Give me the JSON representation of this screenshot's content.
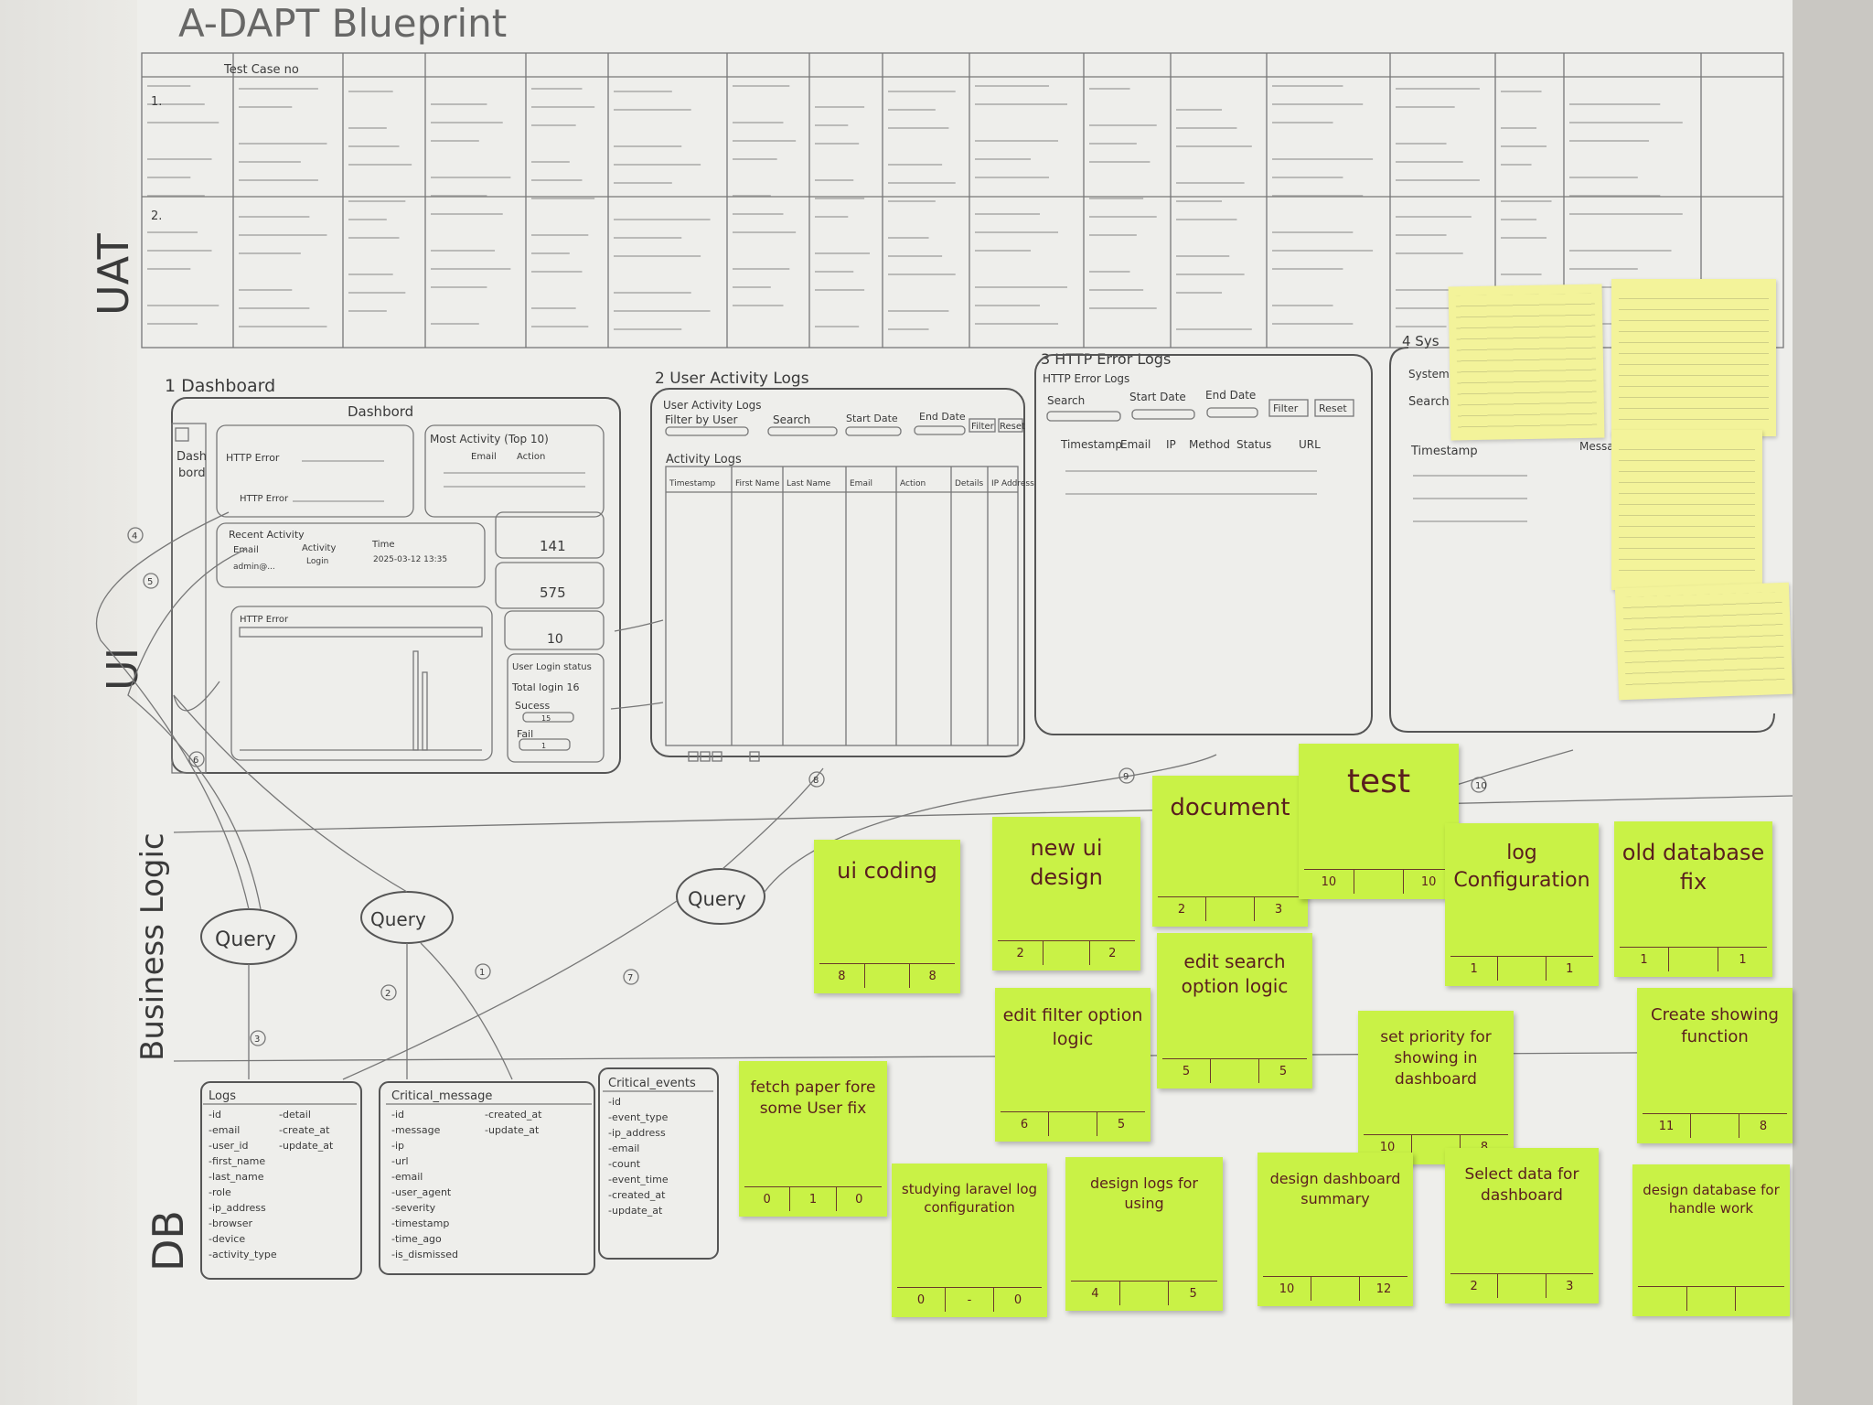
{
  "board": {
    "title": "A-DAPT Blueprint",
    "lanes": [
      "UAT",
      "UI",
      "Business Logic",
      "DB"
    ]
  },
  "uat": {
    "header_first": "Test Case no",
    "rows": [
      "1.",
      "2."
    ]
  },
  "screens": {
    "dashboard": {
      "caption": "1 Dashboard",
      "title": "Dashbord",
      "sidebar_label": "Dash bord",
      "most_activity": "Most Activity (Top 10)",
      "most_activity_cols": [
        "Email",
        "Action"
      ],
      "http_error_label": "HTTP Error",
      "recent_activity": "Recent Activity",
      "recent_cols": [
        "Email",
        "Activity",
        "Time"
      ],
      "recent_row": [
        "admin@...",
        "Login",
        "2025-03-12 13:35"
      ],
      "stat_values": [
        "141",
        "575",
        "10"
      ],
      "http_error_chart": "HTTP Error",
      "login_status": "User Login status",
      "total_login": "Total login 16",
      "success": "Sucess",
      "success_value": "15",
      "fail": "Fail",
      "fail_value": "1"
    },
    "user_activity": {
      "caption": "2 User Activity Logs",
      "heading": "User Activity Logs",
      "filter_by_user": "Filter by User",
      "search": "Search",
      "start_date": "Start Date",
      "end_date": "End Date",
      "filter": "Filter",
      "reset": "Reset",
      "activity_logs": "Activity Logs",
      "columns": [
        "Timestamp",
        "First Name",
        "Last Name",
        "Email",
        "Action",
        "Details",
        "IP Address"
      ]
    },
    "http_error": {
      "caption": "3 HTTP Error Logs",
      "heading": "HTTP Error Logs",
      "search": "Search",
      "start_date": "Start Date",
      "end_date": "End Date",
      "filter": "Filter",
      "reset": "Reset",
      "columns": [
        "Timestamp",
        "Email",
        "IP",
        "Method",
        "Status",
        "URL"
      ]
    },
    "system": {
      "caption": "4 Sys",
      "heading": "System",
      "search": "Search",
      "timestamp": "Timestamp",
      "partial": "Messa"
    }
  },
  "logic": {
    "query": "Query",
    "arrow_numbers": [
      "1",
      "2",
      "3",
      "4",
      "5",
      "6",
      "7",
      "8",
      "9",
      "10"
    ]
  },
  "db": {
    "tables": [
      {
        "name": "Logs",
        "fields": [
          "-id",
          "-email",
          "-user_id",
          "-first_name",
          "-last_name",
          "-role",
          "-ip_address",
          "-browser",
          "-device",
          "-activity_type",
          "-detail",
          "-create_at",
          "-update_at"
        ]
      },
      {
        "name": "Critical_message",
        "fields": [
          "-id",
          "-message",
          "-ip",
          "-url",
          "-email",
          "-user_agent",
          "-severity",
          "-timestamp",
          "-time_ago",
          "-is_dismissed",
          "-created_at",
          "-update_at"
        ]
      },
      {
        "name": "Critical_events",
        "fields": [
          "-id",
          "-event_type",
          "-ip_address",
          "-email",
          "-count",
          "-event_time",
          "-created_at",
          "-update_at"
        ]
      }
    ]
  },
  "tasks": [
    {
      "title": "ui coding",
      "foot": [
        "8",
        "",
        "8"
      ]
    },
    {
      "title": "new ui design",
      "foot": [
        "2",
        "",
        "2"
      ]
    },
    {
      "title": "document",
      "foot": [
        "2",
        "",
        "3"
      ]
    },
    {
      "title": "test",
      "foot": [
        "10",
        "",
        "10"
      ]
    },
    {
      "title": "log Configuration",
      "foot": [
        "1",
        "",
        "1"
      ]
    },
    {
      "title": "old database fix",
      "foot": [
        "1",
        "",
        "1"
      ]
    },
    {
      "title": "edit search option logic",
      "foot": [
        "5",
        "",
        "5"
      ]
    },
    {
      "title": "edit filter option logic",
      "foot": [
        "6",
        "",
        "5"
      ]
    },
    {
      "title": "set priority for showing in dashboard",
      "foot": [
        "10",
        "",
        "8"
      ]
    },
    {
      "title": "Create showing function",
      "foot": [
        "11",
        "",
        "8"
      ]
    },
    {
      "title": "fetch paper fore some User fix",
      "foot": [
        "0",
        "1",
        "0"
      ]
    },
    {
      "title": "studying laravel log configuration",
      "foot": [
        "0",
        "-",
        "0"
      ]
    },
    {
      "title": "design logs for using",
      "foot": [
        "4",
        "",
        "5"
      ]
    },
    {
      "title": "design dashboard summary",
      "foot": [
        "10",
        "",
        "12"
      ]
    },
    {
      "title": "Select data for dashboard",
      "foot": [
        "2",
        "",
        "3"
      ]
    },
    {
      "title": "design database for handle work",
      "foot": [
        "",
        "",
        ""
      ]
    }
  ],
  "colors": {
    "task_note": "#c9f246",
    "yellow_note": "#f3f39a",
    "ink": "#555555",
    "task_ink": "#5a1e1e"
  }
}
